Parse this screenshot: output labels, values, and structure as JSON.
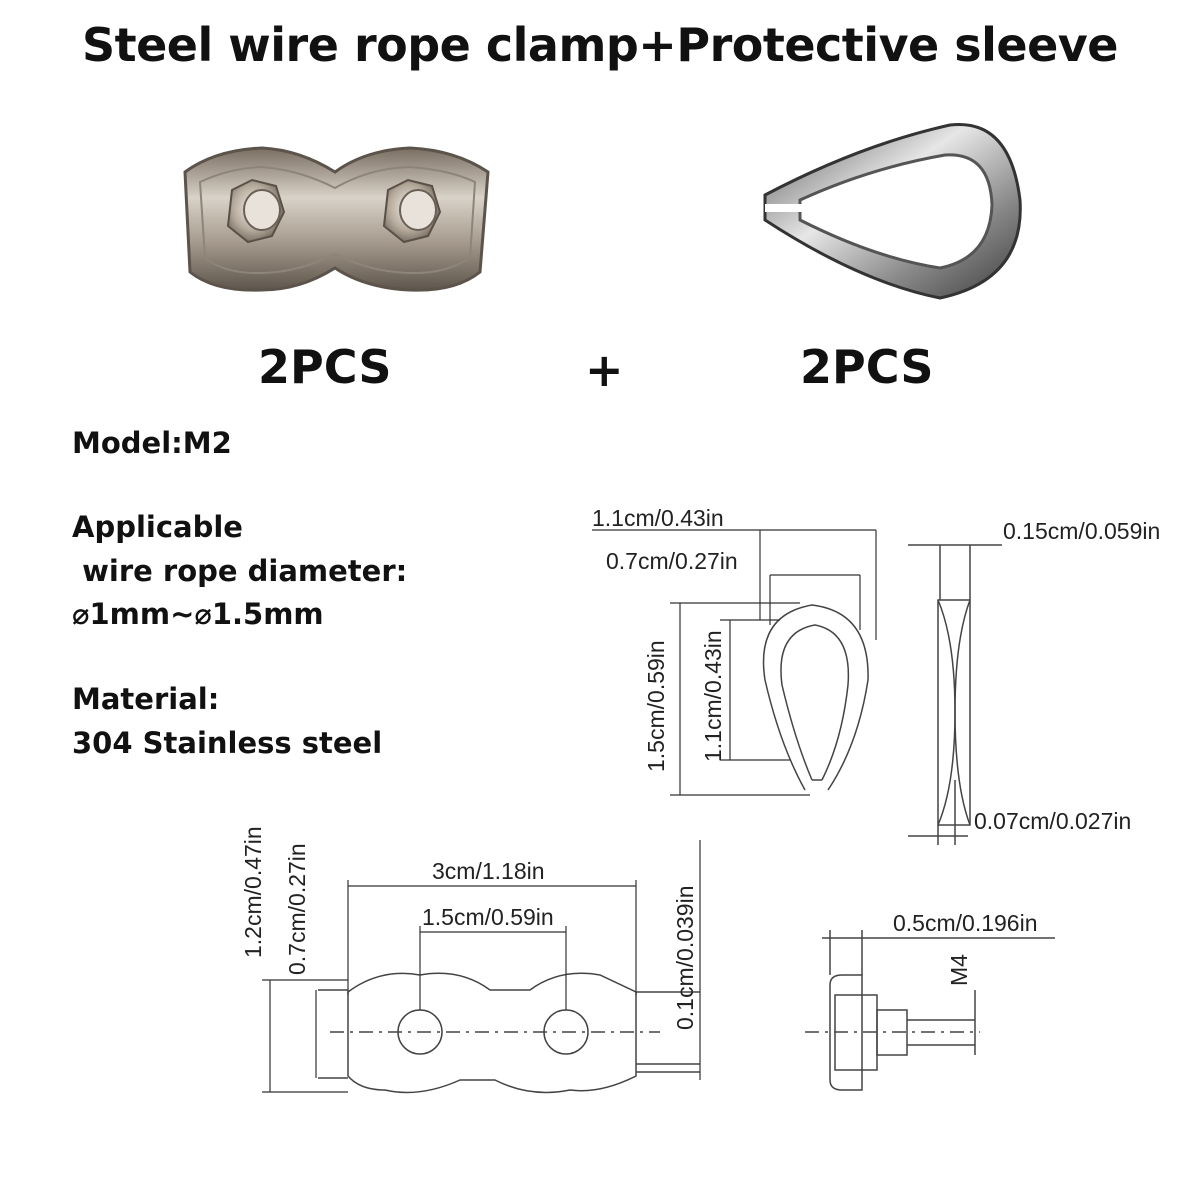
{
  "title": "Steel wire rope clamp+Protective sleeve",
  "products": {
    "clamp_qty": "2PCS",
    "plus": "+",
    "sleeve_qty": "2PCS"
  },
  "specs": {
    "model": "Model:M2",
    "applicable_line1": "Applicable",
    "applicable_line2": " wire rope diameter:",
    "applicable_line3": "⌀1mm~⌀1.5mm",
    "material_line1": "Material:",
    "material_line2": "304 Stainless steel"
  },
  "thimble_dims": {
    "outer_width": "1.1cm/0.43in",
    "inner_width": "0.7cm/0.27in",
    "outer_height": "1.5cm/0.59in",
    "inner_height": "1.1cm/0.43in",
    "side_thickness": "0.15cm/0.059in",
    "groove_thickness": "0.07cm/0.027in"
  },
  "clamp_dims": {
    "outer_height": "1.2cm/0.47in",
    "inner_height": "0.7cm/0.27in",
    "length": "3cm/1.18in",
    "hole_spacing": "1.5cm/0.59in",
    "plate_thickness": "0.1cm/0.039in",
    "side_width": "0.5cm/0.196in",
    "bolt": "M4"
  }
}
